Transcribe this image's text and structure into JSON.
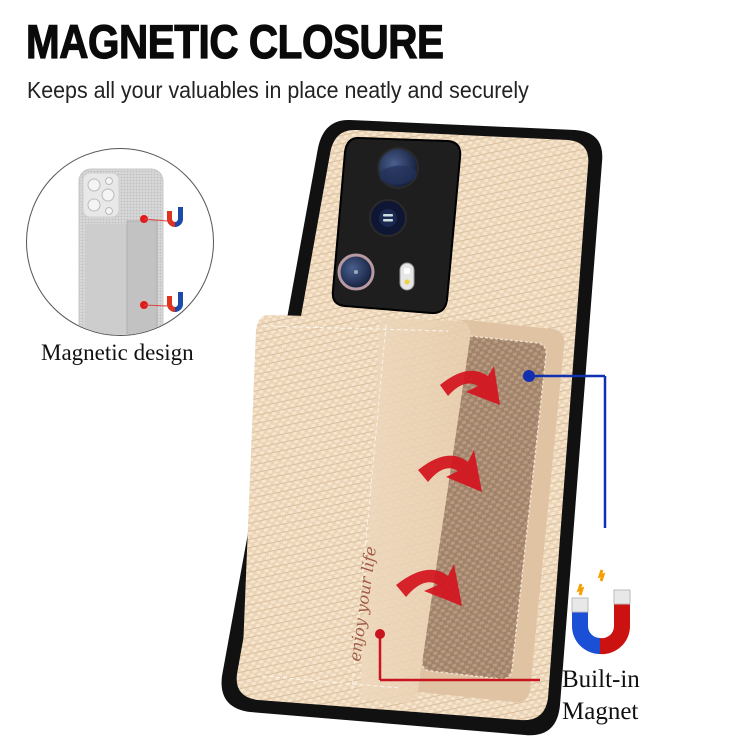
{
  "header": {
    "title": "MAGNETIC CLOSURE",
    "subtitle": "Keeps all your valuables in place neatly and securely"
  },
  "inset": {
    "label": "Magnetic design",
    "icons": [
      "phone-case-icon",
      "magnet-icon",
      "magnet-icon"
    ]
  },
  "product": {
    "engraving": "enjoy your life",
    "case_color": "#e9cfae",
    "card_slot_color": "#a88a72",
    "bumper_color": "#111111"
  },
  "callouts": {
    "magnet_label_line1": "Built-in",
    "magnet_label_line2": "Magnet",
    "blue_line_color": "#1030b0",
    "red_line_color": "#c8141e"
  },
  "magnet": {
    "north_color": "#cc1111",
    "south_color": "#1a4fd6",
    "spark_color": "#f5a000"
  }
}
